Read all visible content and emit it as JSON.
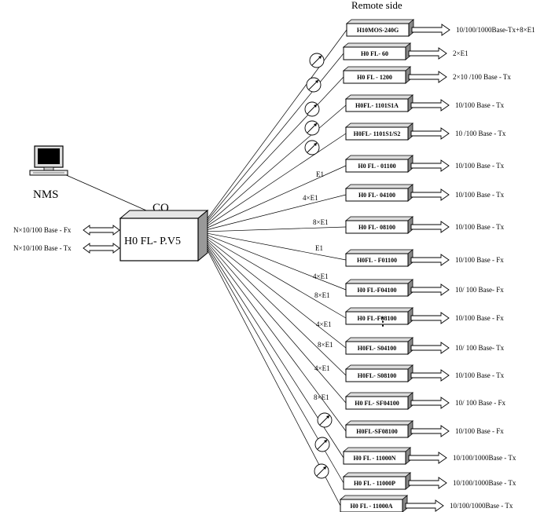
{
  "header": {
    "remote_side": "Remote side"
  },
  "central": {
    "label": "CO",
    "device": "H0 FL- P.V5"
  },
  "nms": {
    "label": "NMS"
  },
  "co_ports": [
    "N×10/100 Base - Fx",
    "N×10/100 Base - Tx"
  ],
  "remote_devices": [
    {
      "device": "H10MOS-240G",
      "port": "10/100/1000Base-Tx+8×E1",
      "link": "",
      "icon": "optical-fiber-icon"
    },
    {
      "device": "H0 FL- 60",
      "port": "2×E1",
      "link": "",
      "icon": "optical-fiber-icon"
    },
    {
      "device": "H0 FL - 1200",
      "port": "2×10 /100 Base - Tx",
      "link": "",
      "icon": "optical-fiber-icon"
    },
    {
      "device": "H0FL- 1101S1A",
      "port": "10/100 Base - Tx",
      "link": "",
      "icon": "optical-fiber-icon"
    },
    {
      "device": "H0FL- 1101S1/S2",
      "port": "10 /100 Base - Tx",
      "link": "",
      "icon": "optical-fiber-icon"
    },
    {
      "device": "H0 FL - 01100",
      "port": "10/100 Base - Tx",
      "link": "E1",
      "icon": ""
    },
    {
      "device": "H0 FL- 04100",
      "port": "10/100 Base - Tx",
      "link": "4×E1",
      "icon": ""
    },
    {
      "device": "H0 FL- 08100",
      "port": "10/100 Base - Tx",
      "link": "8×E1",
      "icon": ""
    },
    {
      "device": "H0FL - F01100",
      "port": "10/100 Base - Fx",
      "link": "E1",
      "icon": ""
    },
    {
      "device": "H0 FL-F04100",
      "port": "10/ 100 Base- Fx",
      "link": "4×E1",
      "icon": ""
    },
    {
      "device": "H0 FL-F08100",
      "port": "10/100 Base - Fx",
      "link": "8×E1",
      "icon": ""
    },
    {
      "device": "H0FL- S04100",
      "port": "10/ 100 Base- Tx",
      "link": "4×E1",
      "icon": ""
    },
    {
      "device": "H0FL- S08100",
      "port": "10/100 Base - Tx",
      "link": "8×E1",
      "icon": ""
    },
    {
      "device": "H0 FL- SF04100",
      "port": "10/ 100 Base - Fx",
      "link": "4×E1",
      "icon": ""
    },
    {
      "device": "H0FL-SF08100",
      "port": "10/100 Base - Fx",
      "link": "8×E1",
      "icon": ""
    },
    {
      "device": "H0 FL - 11000N",
      "port": "10/100/1000Base - Tx",
      "link": "",
      "icon": "optical-fiber-icon"
    },
    {
      "device": "H0 FL - 11000P",
      "port": "10/100/1000Base - Tx",
      "link": "",
      "icon": "optical-fiber-icon"
    },
    {
      "device": "H0 FL - 11000A",
      "port": "10/100/1000Base - Tx",
      "link": "",
      "icon": "optical-fiber-icon"
    }
  ],
  "ellipsis": "⋮",
  "icons": {
    "nms": "computer-terminal-icon",
    "fiber": "optical-fiber-icon",
    "arrow": "double-arrow-icon"
  }
}
